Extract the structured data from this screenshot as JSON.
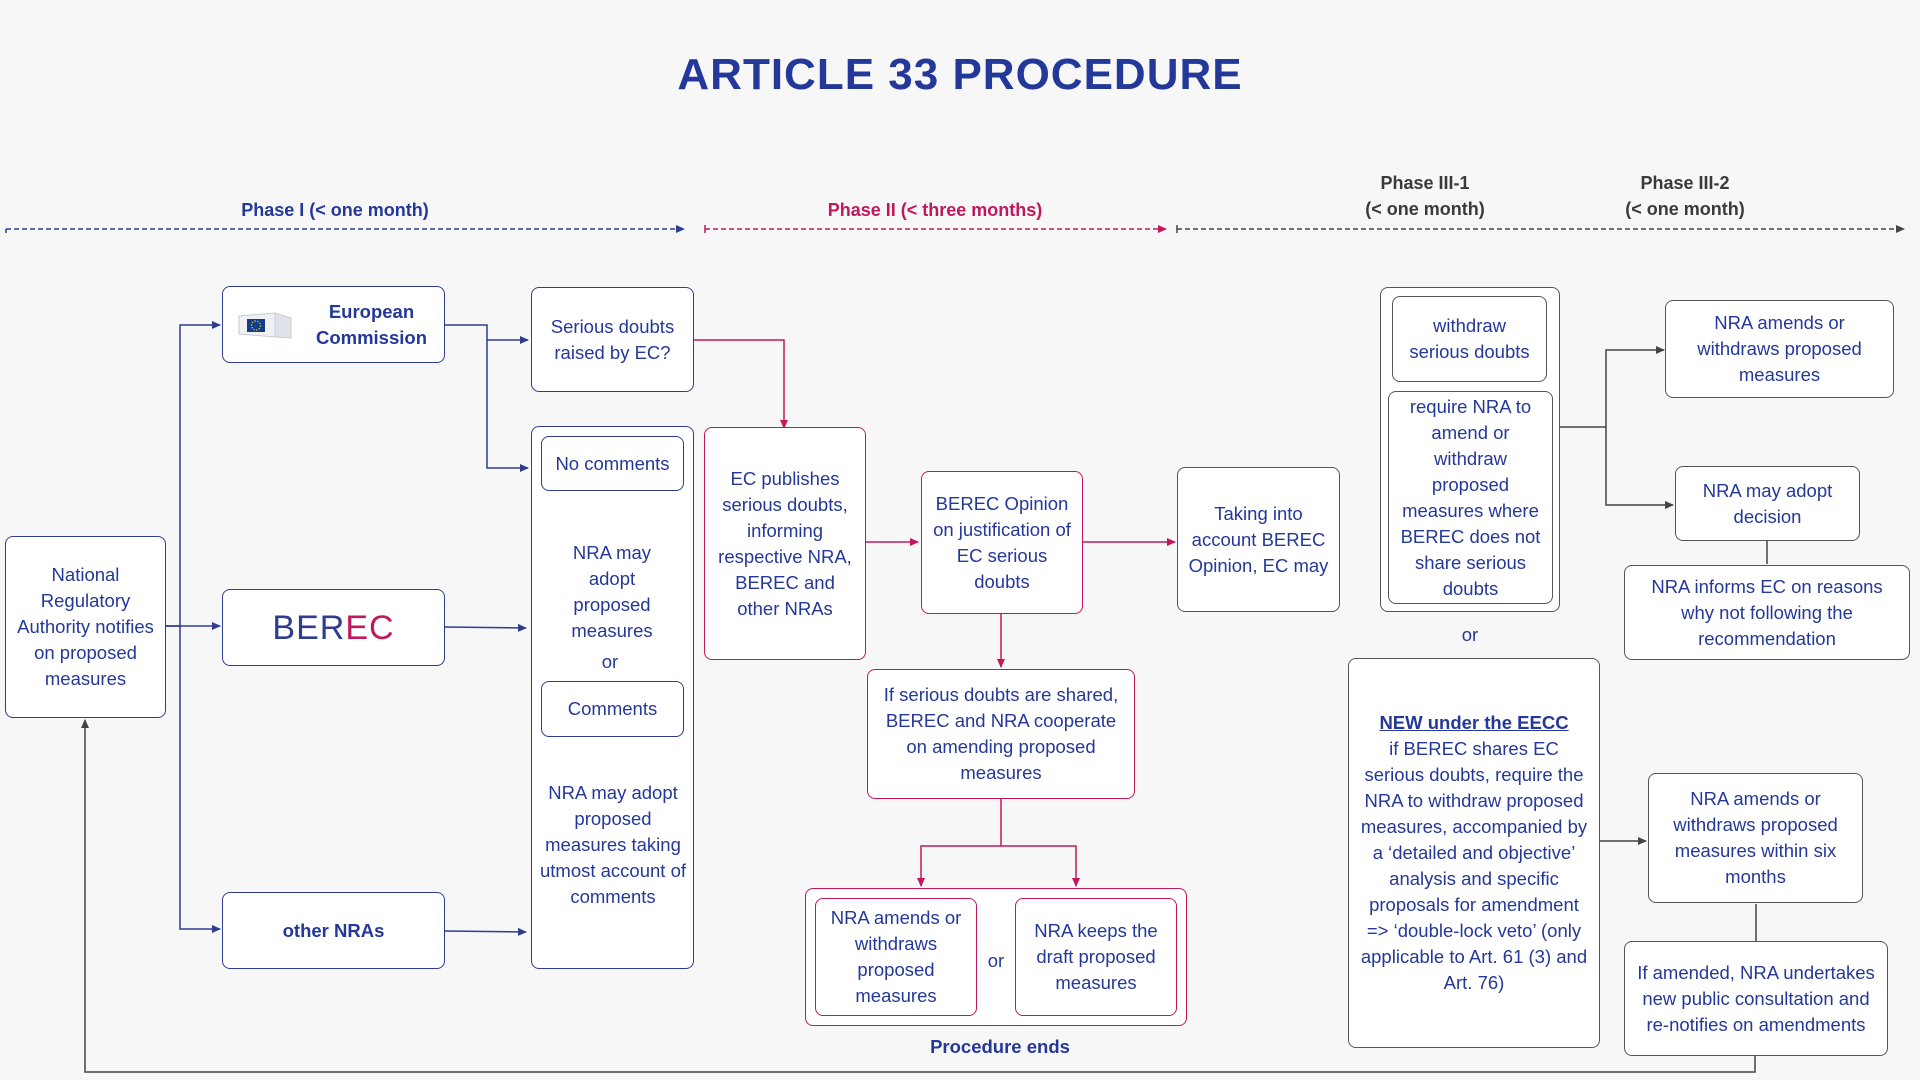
{
  "title": "ARTICLE 33 PROCEDURE",
  "phases": {
    "phase1": "Phase I (< one month)",
    "phase2": "Phase II (< three months)",
    "phase3_1": {
      "name": "Phase III-1",
      "duration": "(< one month)"
    },
    "phase3_2": {
      "name": "Phase III-2",
      "duration": "(< one month)"
    }
  },
  "nodes": {
    "nra_notifies": "National Regulatory Authority notifies on proposed measures",
    "european_commission": "European Commission",
    "berec_logo": {
      "ber": "BER",
      "ec": "EC"
    },
    "other_nras": "other NRAs",
    "serious_doubts": "Serious doubts raised by EC?",
    "no_comments": "No comments",
    "nra_may_adopt_1": "NRA may adopt proposed measures",
    "or_1": "or",
    "comments": "Comments",
    "nra_may_adopt_2": "NRA may adopt proposed measures taking utmost account of comments",
    "ec_publishes": "EC publishes serious doubts, informing respective NRA, BEREC and other NRAs",
    "berec_opinion": "BEREC Opinion on justification of EC serious doubts",
    "if_shared": "If serious doubts are shared, BEREC and NRA cooperate on amending proposed measures",
    "nra_amends_or_withdraws": "NRA amends or withdraws proposed measures",
    "or_2": "or",
    "nra_keeps": "NRA keeps the draft proposed measures",
    "procedure_ends": "Procedure ends",
    "taking_into_account": "Taking into account BEREC Opinion, EC may",
    "withdraw_doubts": "withdraw serious doubts",
    "require_nra": "require NRA to amend or withdraw proposed measures where BEREC does not share serious doubts",
    "or_3": "or",
    "new_under_eecc_title": "NEW under the EECC",
    "new_under_eecc_body": "if BEREC shares EC serious doubts, require the NRA to withdraw proposed measures, accompanied by a ‘detailed and objective’ analysis and specific proposals for amendment => ‘double-lock veto’ (only applicable to Art. 61 (3) and Art. 76)",
    "nra_amends_withdraws_top": "NRA amends or withdraws proposed measures",
    "nra_may_adopt_decision": "NRA may adopt decision",
    "nra_informs_ec": "NRA informs EC on reasons why not following the recommendation",
    "nra_amends_six_months": "NRA amends or withdraws proposed measures within six months",
    "if_amended": "If amended, NRA undertakes new public consultation and re-notifies on amendments"
  },
  "colors": {
    "blue": "#24389a",
    "pink": "#c2185b",
    "grey": "#555555"
  }
}
